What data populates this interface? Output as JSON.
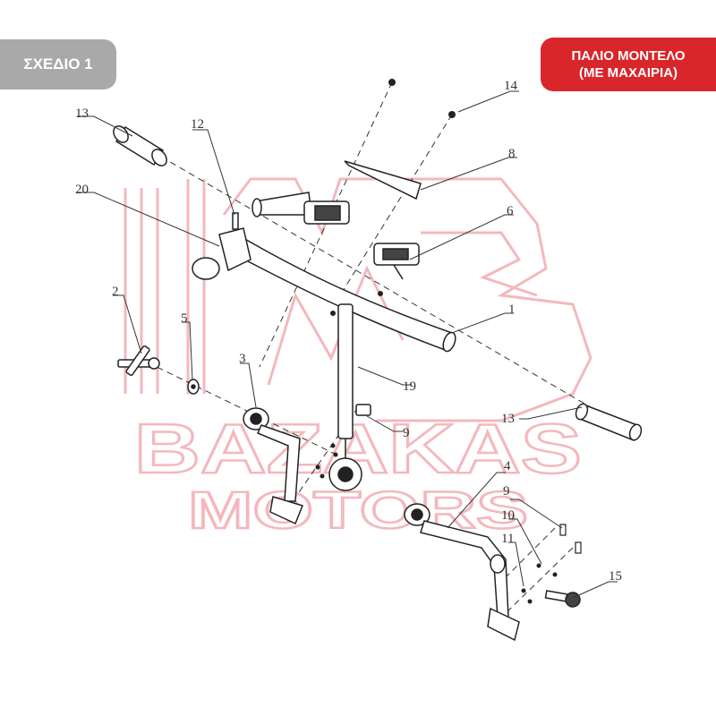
{
  "badges": {
    "left_label": "ΣΧΕΔΙΟ 1",
    "right_line1": "ΠΑΛΙΟ ΜΟΝΤΕΛΟ",
    "right_line2": "(ΜΕ ΜΑΧΑΙΡΙΑ)"
  },
  "watermark": {
    "line1": "BAZAKAS",
    "line2": "MOTORS",
    "color": "#f4b8bc"
  },
  "colors": {
    "badge_grey": "#a9a9a9",
    "badge_red": "#d9262b",
    "line": "#333333"
  },
  "callouts": {
    "c13a": "13",
    "c12": "12",
    "c20": "20",
    "c2": "2",
    "c5": "5",
    "c3": "3",
    "c14": "14",
    "c8": "8",
    "c6": "6",
    "c1": "1",
    "c19": "19",
    "c9a": "9",
    "c13b": "13",
    "c4": "4",
    "c9b": "9",
    "c10": "10",
    "c11": "11",
    "c15": "15"
  }
}
